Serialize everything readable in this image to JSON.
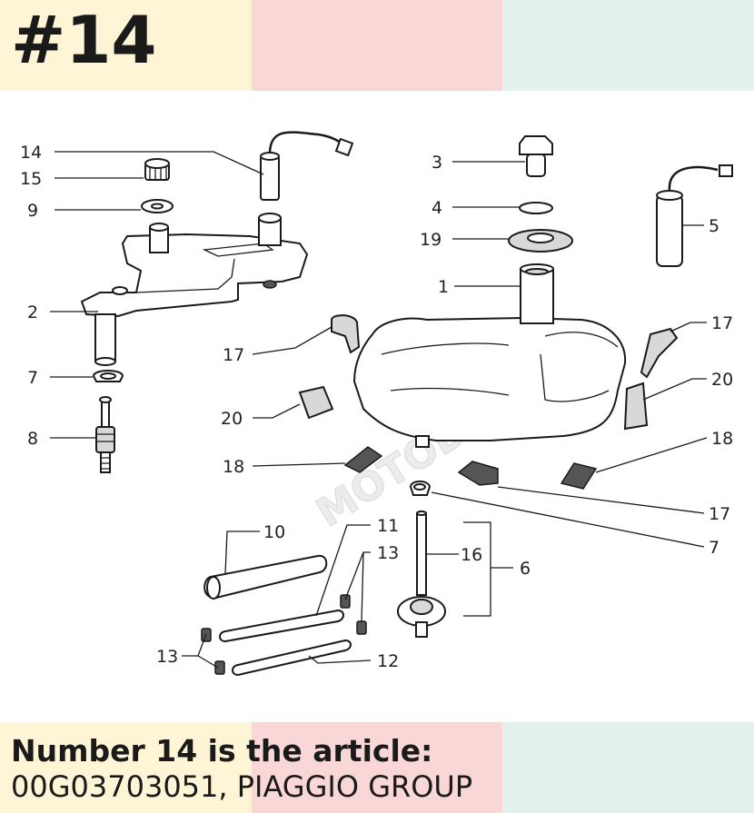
{
  "header": {
    "title": "#14"
  },
  "footer": {
    "line1": "Number 14 is the article:",
    "line2": "00G03703051, PIAGGIO GROUP"
  },
  "colors": {
    "band_yellow": "#fdf5d6",
    "band_pink": "#fad7d7",
    "band_mint": "#e3f2ec"
  },
  "watermark": {
    "text": "MOTODIVERSE"
  },
  "callouts": {
    "c14": "14",
    "c15": "15",
    "c9": "9",
    "c2": "2",
    "c7a": "7",
    "c8": "8",
    "c3": "3",
    "c4": "4",
    "c19": "19",
    "c1": "1",
    "c5": "5",
    "c17a": "17",
    "c20a": "20",
    "c18a": "18",
    "c17b": "17",
    "c20b": "20",
    "c18b": "18",
    "c17c": "17",
    "c7b": "7",
    "c10": "10",
    "c11": "11",
    "c13a": "13",
    "c16": "16",
    "c6": "6",
    "c13b": "13",
    "c12": "12"
  }
}
